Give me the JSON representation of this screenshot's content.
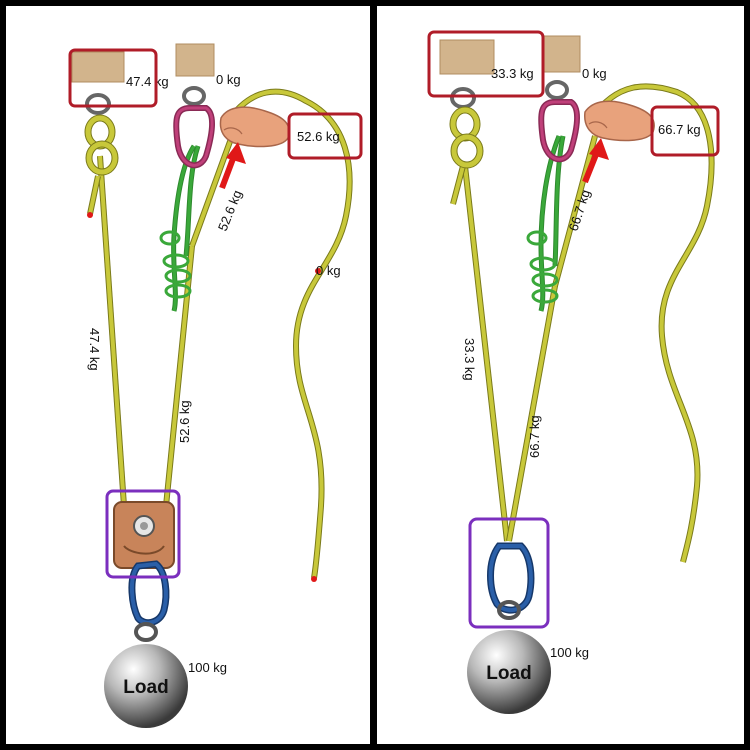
{
  "panels": [
    {
      "anchor_left_label": "47.4 kg",
      "anchor_right_label": "0 kg",
      "pull_label": "52.6 kg",
      "left_rope_label": "47.4 kg",
      "right_rope_label": "52.6 kg",
      "haul_rope_label": "52.6 kg",
      "tail_label": "0 kg",
      "load_label": "Load",
      "load_mass_label": "100 kg"
    },
    {
      "anchor_left_label": "33.3 kg",
      "anchor_right_label": "0 kg",
      "pull_label": "66.7 kg",
      "left_rope_label": "33.3 kg",
      "right_rope_label": "66.7 kg",
      "haul_rope_label": "66.7 kg",
      "load_label": "Load",
      "load_mass_label": "100 kg"
    }
  ],
  "colors": {
    "rope": "#c8c83a",
    "rope_edge": "#7a7a1a",
    "prusik": "#3aa83a",
    "anchor_box": "#d2b48c",
    "highlight_red": "#b01c28",
    "highlight_purple": "#7b2fbe",
    "arrow": "#e01818",
    "carabiner_pink": "#c0407a",
    "carabiner_blue": "#2a5fa8",
    "pulley": "#c8845a"
  }
}
